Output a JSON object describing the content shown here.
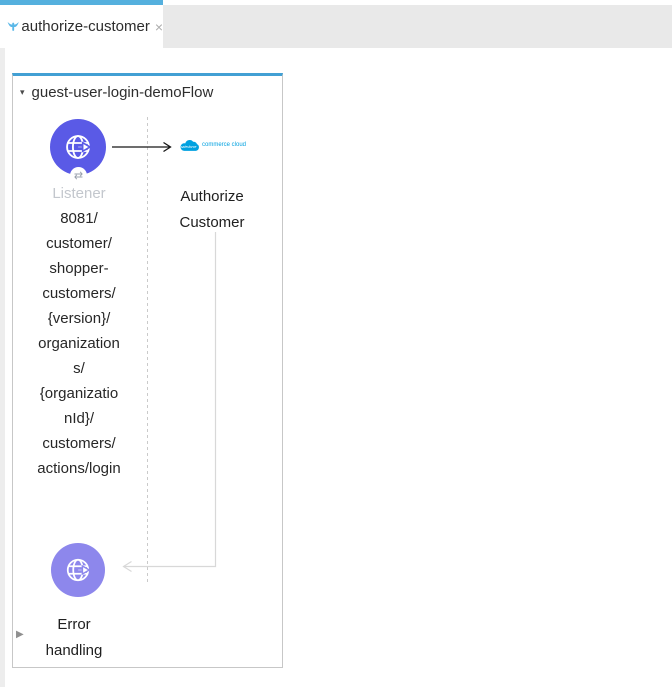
{
  "tab": {
    "title": "authorize-customer",
    "close": "×"
  },
  "flow": {
    "title": "guest-user-login-demoFlow",
    "collapse_indicator": "▾",
    "listener": {
      "label": "Listener",
      "badge": "⇄",
      "path": "8081/customer/shopper-customers/{version}/organizations/{organizationId}/customers/actions/login"
    },
    "processor": {
      "label": "Authorize Customer",
      "logo_brand": "salesforce",
      "logo_text": "commerce cloud"
    },
    "error_handling": {
      "label": "Error handling",
      "expander": "▶"
    }
  },
  "colors": {
    "accent_blue": "#42a0d4",
    "accent_blue_light": "#55b0de",
    "listener_circle": "#5a5ae6",
    "error_circle": "#8d87ec",
    "salesforce_blue": "#00a1e0"
  }
}
